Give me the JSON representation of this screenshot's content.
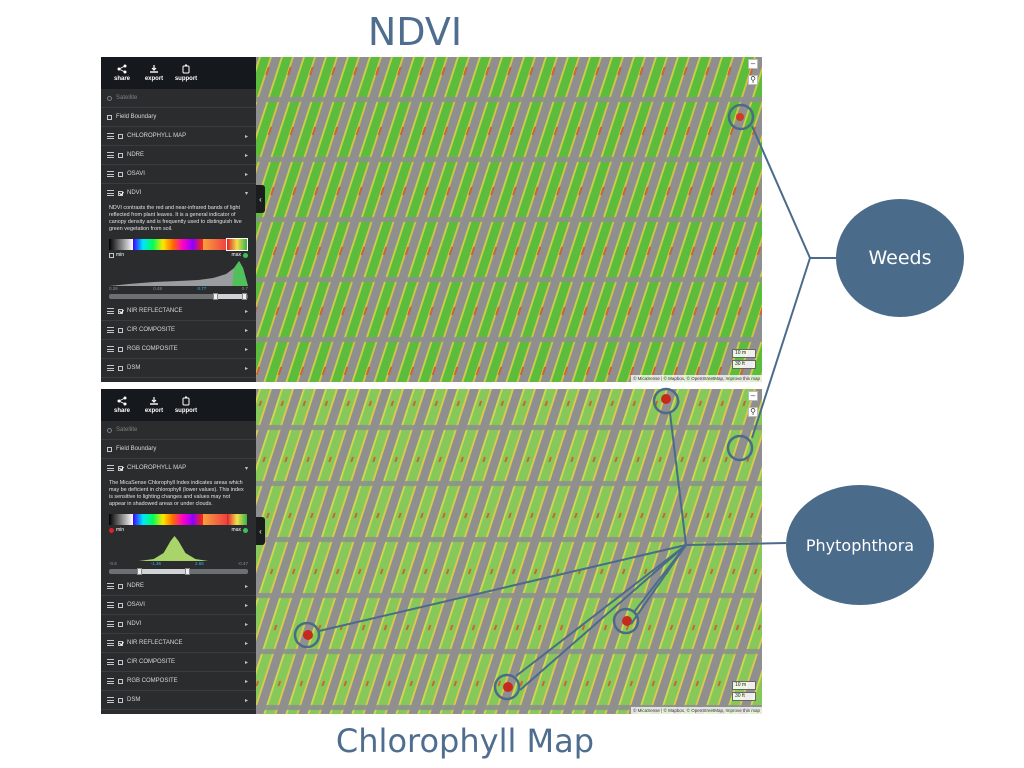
{
  "figure": {
    "title": "NDVI",
    "subtitle": "Chlorophyll Map",
    "callouts": {
      "weeds": "Weeds",
      "phytophthora": "Phytophthora"
    }
  },
  "toolbar": {
    "share": "share",
    "export": "export",
    "support": "support"
  },
  "map_common": {
    "scale_metric": "10 m",
    "scale_imperial": "30 ft",
    "attribution": "© MicaSense | © Mapbox, © OpenStreetMap, Improve this map"
  },
  "top_panel": {
    "satellite": "Satellite",
    "field_boundary": "Field Boundary",
    "layers": [
      {
        "label": "CHLOROPHYLL MAP",
        "checked": false
      },
      {
        "label": "NDRE",
        "checked": false
      },
      {
        "label": "OSAVI",
        "checked": false
      }
    ],
    "active_layer": {
      "label": "NDVI",
      "description": "NDVI contrasts the red and near-infrared bands of light reflected from plant leaves. It is a general indicator of canopy density and is frequently used to distinguish live green vegetation from soil.",
      "min_label": "min",
      "max_label": "max",
      "ticks": [
        "0.26",
        "0.48",
        "0.77",
        "0.7"
      ],
      "range_low": "0.77",
      "range_high": "0.7"
    },
    "layers_after": [
      {
        "label": "NIR REFLECTANCE",
        "checked": true
      },
      {
        "label": "CIR COMPOSITE",
        "checked": false
      },
      {
        "label": "RGB COMPOSITE",
        "checked": false
      },
      {
        "label": "DSM",
        "checked": false
      }
    ]
  },
  "bottom_panel": {
    "satellite": "Satellite",
    "field_boundary": "Field Boundary",
    "active_layer": {
      "label": "CHLOROPHYLL MAP",
      "description": "The MicaSense Chlorophyll Index indicates areas which may be deficient in chlorophyll (lower values). This index is sensitive to lighting changes and values may not appear in shadowed areas or under clouds.",
      "min_label": "min",
      "max_label": "max",
      "ticks": [
        "-0.6",
        "-1.36",
        "2.66",
        "-0.47"
      ],
      "range_low": "-1.36",
      "range_high": "2.66"
    },
    "layers_after": [
      {
        "label": "NDRE",
        "checked": false
      },
      {
        "label": "OSAVI",
        "checked": false
      },
      {
        "label": "NDVI",
        "checked": false
      },
      {
        "label": "NIR REFLECTANCE",
        "checked": true
      },
      {
        "label": "CIR COMPOSITE",
        "checked": false
      },
      {
        "label": "RGB COMPOSITE",
        "checked": false
      },
      {
        "label": "DSM",
        "checked": false
      }
    ]
  },
  "colors": {
    "title": "#4f6e8f",
    "bubble": "#4a6b8a",
    "panel_bg": "#2a2c2e",
    "toolbar_bg": "#15191d",
    "crop_green": "#5fbf3e",
    "soil": "#8a8a8a",
    "stress_red": "#d23a22"
  }
}
